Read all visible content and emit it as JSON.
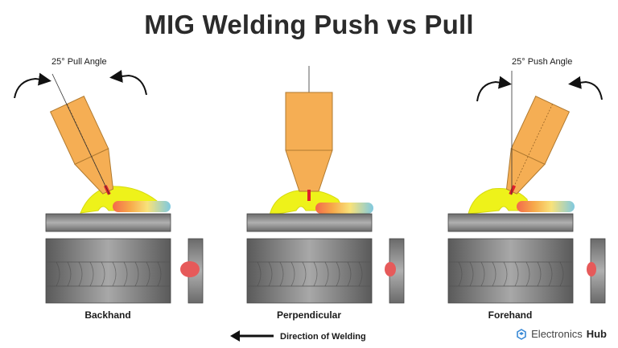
{
  "title": "MIG Welding Push vs Pull",
  "angles": {
    "pull": "25° Pull Angle",
    "push": "25° Push Angle"
  },
  "labels": {
    "backhand": "Backhand",
    "perpendicular": "Perpendicular",
    "forehand": "Forehand"
  },
  "direction": "Direction of Welding",
  "brand": {
    "prefix": "Electronics",
    "bold": "Hub"
  },
  "colors": {
    "torch": "#F5AE54",
    "weld": "#EEF21A",
    "arc": "#E0202A",
    "bead_hot": "#F36A4B",
    "bead_cool": "#7FC9E0",
    "plate": "#6b6b6b"
  }
}
